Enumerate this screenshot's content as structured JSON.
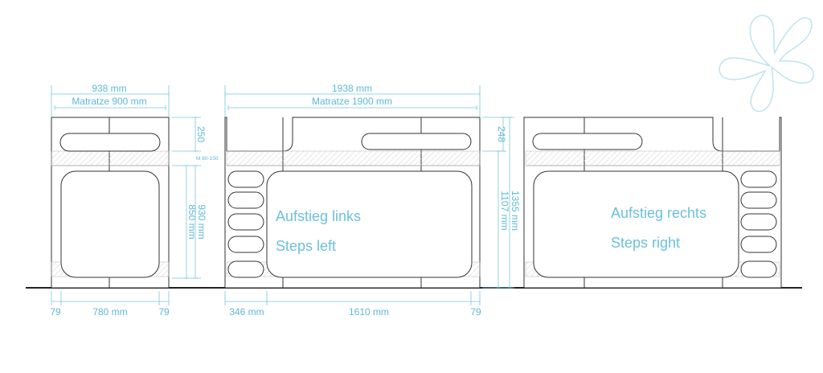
{
  "views": {
    "side": {
      "top_width": "938 mm",
      "top_mattress": "Matratze 900 mm",
      "bottom_left": "79",
      "bottom_middle": "780 mm",
      "bottom_right": "79",
      "vert_top": "250",
      "vert_mid": "M 80-150",
      "vert_outer": "930 mm",
      "vert_inner": "850 mm"
    },
    "front_left": {
      "top_width": "1938 mm",
      "top_mattress": "Matratze 1900 mm",
      "bottom_left": "346 mm",
      "bottom_middle": "1610 mm",
      "bottom_right": "79",
      "vert_top": "248",
      "vert_outer": "1355 mm",
      "vert_inner": "1107 mm",
      "label_de": "Aufstieg links",
      "label_en": "Steps left"
    },
    "front_right": {
      "label_de": "Aufstieg rechts",
      "label_en": "Steps right"
    }
  },
  "colors": {
    "dimension": "#5fb8d6",
    "outline": "#333333",
    "logo": "#bfe3f0"
  },
  "icons": {
    "logo": "flower-logo-icon"
  }
}
